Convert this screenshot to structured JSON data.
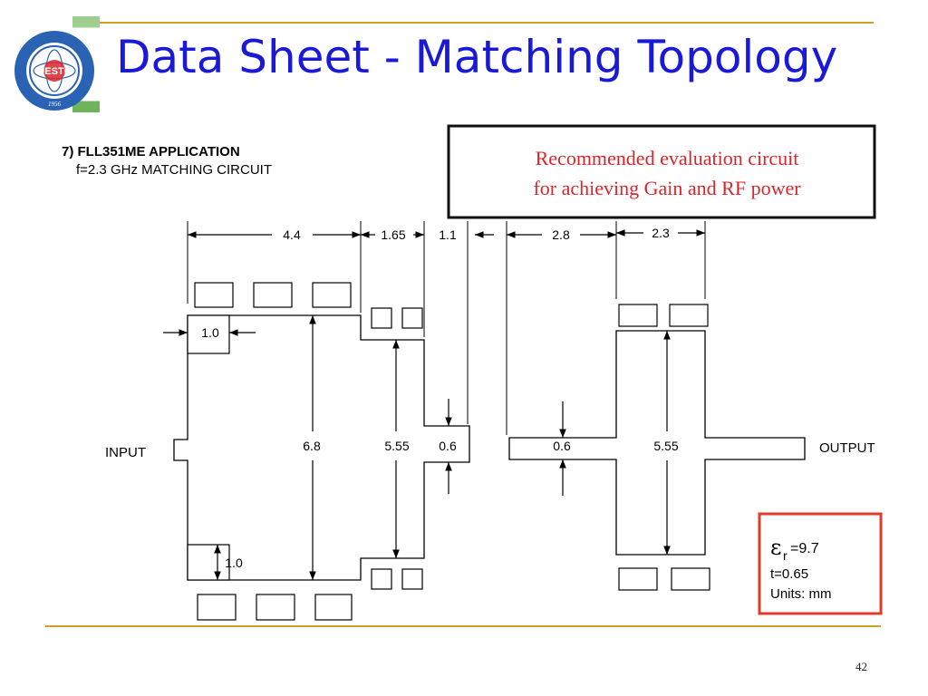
{
  "slide": {
    "title": "Data Sheet - Matching Topology",
    "page_number": "42"
  },
  "logo": {
    "text": "UESTC",
    "year": "1956",
    "colors": {
      "ring": "#2a63b3",
      "inner": "#ffffff",
      "accent": "#d9262a"
    }
  },
  "figure": {
    "heading": "7) FLL351ME APPLICATION",
    "subheading": "f=2.3 GHz MATCHING CIRCUIT",
    "callout_line1": "Recommended evaluation circuit",
    "callout_line2": "for achieving Gain and RF power",
    "input_label": "INPUT",
    "output_label": "OUTPUT",
    "dimensions": {
      "d_4_4": "4.4",
      "d_1_65": "1.65",
      "d_1_1": "1.1",
      "d_2_8": "2.8",
      "d_2_3": "2.3",
      "d_1_0_top": "1.0",
      "d_1_0_bottom": "1.0",
      "d_6_8": "6.8",
      "d_5_55_left": "5.55",
      "d_0_6_left": "0.6",
      "d_0_6_right": "0.6",
      "d_5_55_right": "5.55"
    },
    "substrate": {
      "epsilon_symbol": "ε",
      "epsilon_sub": "r",
      "epsilon_value": "=9.7",
      "thickness": "t=0.65",
      "units": "Units: mm"
    },
    "colors": {
      "callout_text": "#d9262a",
      "callout_border": "#111111",
      "substrate_border": "#e23b2a"
    }
  }
}
